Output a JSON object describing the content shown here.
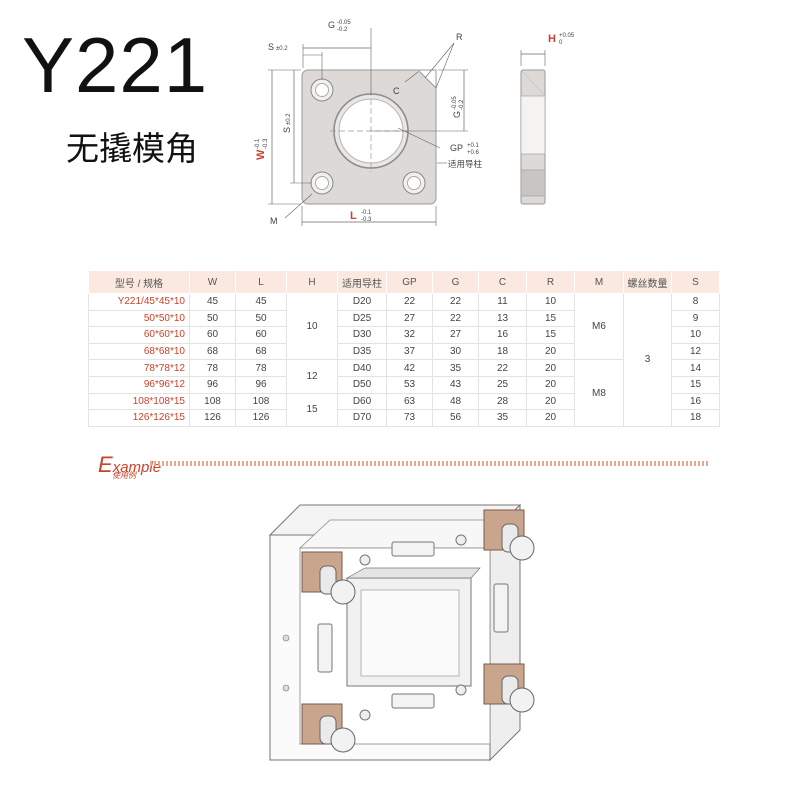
{
  "header": {
    "model": "Y221",
    "subtitle": "无撬模角"
  },
  "drawing": {
    "dim_g": "G",
    "dim_g_tol_upper": "-0.05",
    "dim_g_tol_lower": "-0.2",
    "dim_r": "R",
    "dim_s": "S",
    "dim_s_tol": "±0.2",
    "dim_c": "C",
    "dim_g_vert": "G",
    "dim_g_vert_tol_upper": "-0.05",
    "dim_g_vert_tol_lower": "-0.2",
    "dim_s_vert": "S",
    "dim_s_vert_tol": "±0.2",
    "dim_w": "W",
    "dim_w_tol_upper": "-0.1",
    "dim_w_tol_lower": "-0.3",
    "dim_gp": "GP",
    "dim_gp_tol_upper": "+0.1",
    "dim_gp_tol_lower": "+0.6",
    "applicable_pin": "适用导柱",
    "dim_m": "M",
    "dim_l": "L",
    "dim_l_tol_upper": "-0.1",
    "dim_l_tol_lower": "-0.3",
    "dim_h": "H",
    "dim_h_tol_upper": "+0.05",
    "dim_h_tol_lower": "0",
    "accent_color": "#c8432a",
    "plate_color": "#ddd9d6"
  },
  "table": {
    "headers": [
      "型号 / 规格",
      "W",
      "L",
      "H",
      "适用导柱",
      "GP",
      "G",
      "C",
      "R",
      "M",
      "螺丝数量",
      "S"
    ],
    "rows": [
      {
        "model": "Y221/45*45*10",
        "w": "45",
        "l": "45",
        "pin": "D20",
        "gp": "22",
        "g": "22",
        "c": "11",
        "r": "10",
        "s": "8"
      },
      {
        "model": "50*50*10",
        "w": "50",
        "l": "50",
        "pin": "D25",
        "gp": "27",
        "g": "22",
        "c": "13",
        "r": "15",
        "s": "9"
      },
      {
        "model": "60*60*10",
        "w": "60",
        "l": "60",
        "pin": "D30",
        "gp": "32",
        "g": "27",
        "c": "16",
        "r": "15",
        "s": "10"
      },
      {
        "model": "68*68*10",
        "w": "68",
        "l": "68",
        "pin": "D35",
        "gp": "37",
        "g": "30",
        "c": "18",
        "r": "20",
        "s": "12"
      },
      {
        "model": "78*78*12",
        "w": "78",
        "l": "78",
        "pin": "D40",
        "gp": "42",
        "g": "35",
        "c": "22",
        "r": "20",
        "s": "14"
      },
      {
        "model": "96*96*12",
        "w": "96",
        "l": "96",
        "pin": "D50",
        "gp": "53",
        "g": "43",
        "c": "25",
        "r": "20",
        "s": "15"
      },
      {
        "model": "108*108*15",
        "w": "108",
        "l": "108",
        "pin": "D60",
        "gp": "63",
        "g": "48",
        "c": "28",
        "r": "20",
        "s": "16"
      },
      {
        "model": "126*126*15",
        "w": "126",
        "l": "126",
        "pin": "D70",
        "gp": "73",
        "g": "56",
        "c": "35",
        "r": "20",
        "s": "18"
      }
    ],
    "h_groups": [
      "10",
      "12",
      "15"
    ],
    "m_groups": [
      "M6",
      "M8"
    ],
    "screw_count": "3"
  },
  "example": {
    "first_letter": "E",
    "rest": "xample",
    "subtitle": "使用例"
  }
}
